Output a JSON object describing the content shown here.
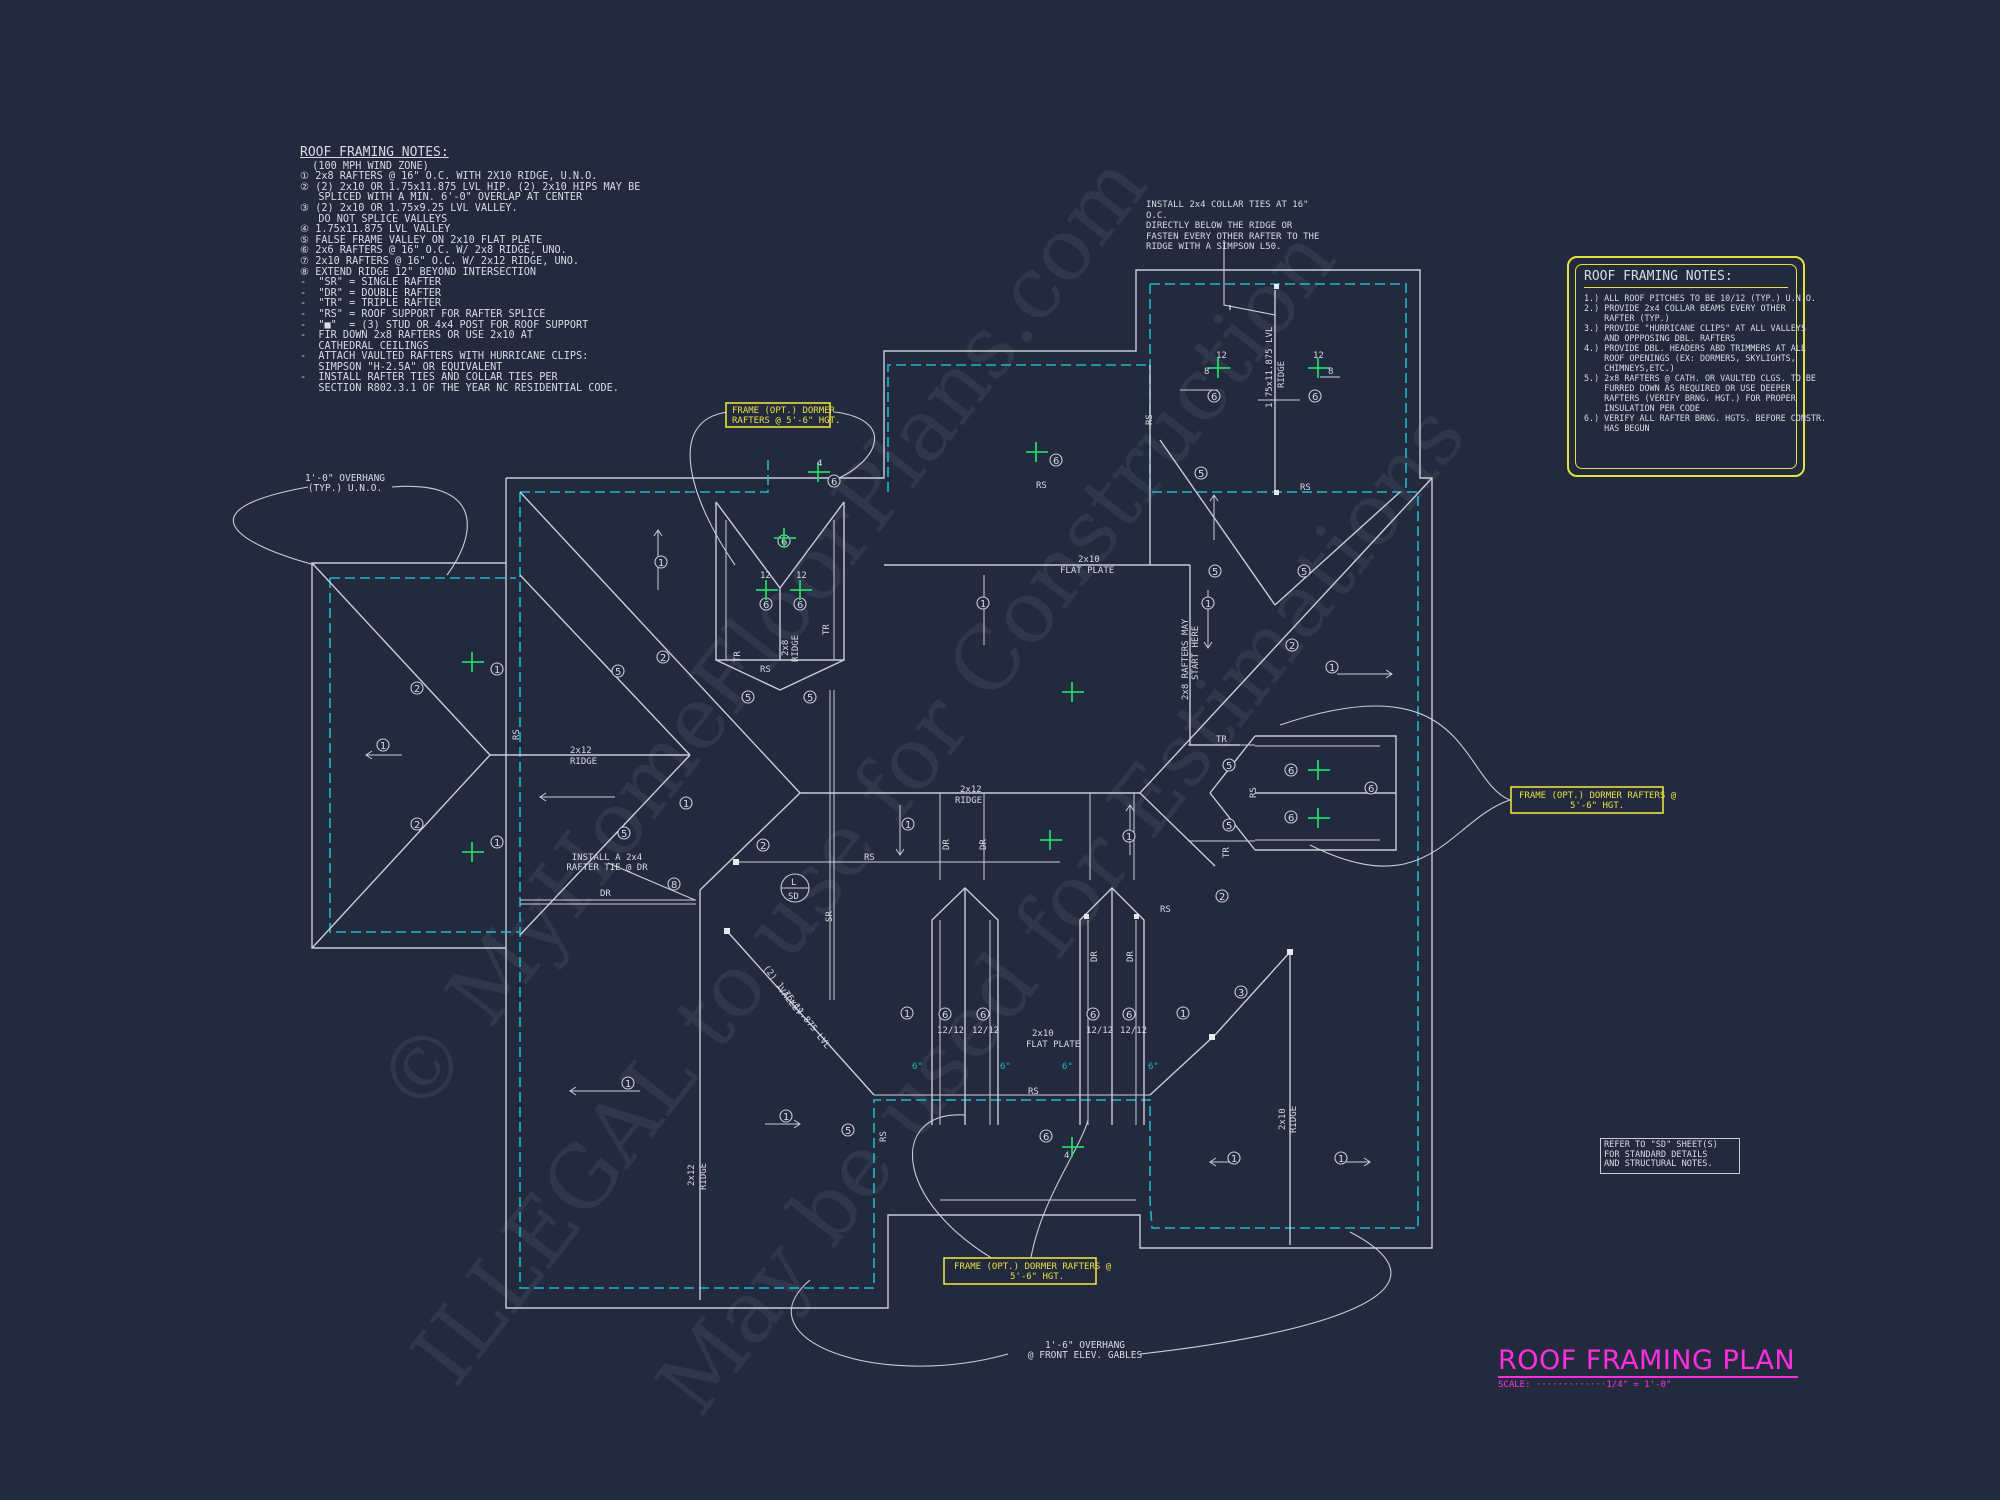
{
  "title": {
    "main": "ROOF FRAMING PLAN",
    "scale": "SCALE: ·············1/4\" = 1'-0\""
  },
  "notes_left": {
    "heading": "ROOF FRAMING NOTES:",
    "items": [
      "  (100 MPH WIND ZONE)",
      "① 2x8 RAFTERS @ 16\" O.C. WITH 2X10 RIDGE, U.N.O.",
      "② (2) 2x10 OR 1.75x11.875 LVL HIP. (2) 2x10 HIPS MAY BE",
      "   SPLICED WITH A MIN. 6'-0\" OVERLAP AT CENTER",
      "③ (2) 2x10 OR 1.75x9.25 LVL VALLEY.",
      "   DO NOT SPLICE VALLEYS",
      "④ 1.75x11.875 LVL VALLEY",
      "⑤ FALSE FRAME VALLEY ON 2x10 FLAT PLATE",
      "⑥ 2x6 RAFTERS @ 16\" O.C. W/ 2x8 RIDGE, UNO.",
      "⑦ 2x10 RAFTERS @ 16\" O.C. W/ 2x12 RIDGE, UNO.",
      "⑧ EXTEND RIDGE 12\" BEYOND INTERSECTION",
      "-  \"SR\" = SINGLE RAFTER",
      "-  \"DR\" = DOUBLE RAFTER",
      "-  \"TR\" = TRIPLE RAFTER",
      "-  \"RS\" = ROOF SUPPORT FOR RAFTER SPLICE",
      "-  \"■\"  = (3) STUD OR 4x4 POST FOR ROOF SUPPORT",
      "-  FIR DOWN 2x8 RAFTERS OR USE 2x10 AT",
      "   CATHEDRAL CEILINGS",
      "-  ATTACH VAULTED RAFTERS WITH HURRICANE CLIPS:",
      "   SIMPSON \"H-2.5A\" OR EQUIVALENT",
      "-  INSTALL RAFTER TIES AND COLLAR TIES PER",
      "   SECTION R802.3.1 OF THE YEAR NC RESIDENTIAL CODE."
    ]
  },
  "notes_right": {
    "heading": "ROOF FRAMING NOTES:",
    "items": [
      "1.) ALL ROOF PITCHES TO BE 10/12 (TYP.) U.N.O.",
      "2.) PROVIDE 2x4 COLLAR BEAMS EVERY OTHER",
      "    RAFTER (TYP.)",
      "3.) PROVIDE \"HURRICANE CLIPS\" AT ALL VALLEYS",
      "    AND OPPPOSING DBL. RAFTERS",
      "4.) PROVIDE DBL. HEADERS ABD TRIMMERS AT ALL",
      "    ROOF OPENINGS (EX: DORMERS, SKYLIGHTS,",
      "    CHIMNEYS,ETC.)",
      "5.) 2x8 RAFTERS @ CATH. OR VAULTED CLGS. TO BE",
      "    FURRED DOWN AS REQUIRED OR USE DEEPER",
      "    RAFTERS (VERIFY BRNG. HGT.) FOR PROPER",
      "    INSULATION PER CODE",
      "6.) VERIFY ALL RAFTER BRNG. HGTS. BEFORE CONSTR.",
      "    HAS BEGUN"
    ]
  },
  "collar_note": [
    "INSTALL 2x4 COLLAR TIES AT 16\" O.C.",
    "DIRECTLY BELOW THE RIDGE OR",
    "FASTEN EVERY OTHER RAFTER TO THE",
    "RIDGE WITH A SIMPSON L50."
  ],
  "overhang_left": [
    "1'-0\" OVERHANG",
    "(TYP.) U.N.O."
  ],
  "overhang_bottom": [
    "1'-6\" OVERHANG",
    "@ FRONT ELEV. GABLES"
  ],
  "rafter_tie_note": [
    "INSTALL A 2x4",
    "RAFTER TIE @ DR"
  ],
  "sd_note": [
    "REFER TO \"SD\" SHEET(S)",
    "FOR STANDARD DETAILS",
    "AND STRUCTURAL NOTES."
  ],
  "dormer_callouts": {
    "top": [
      "FRAME (OPT.) DORMER",
      "RAFTERS @ 5'-6\" HGT."
    ],
    "right": [
      "FRAME (OPT.) DORMER RAFTERS @",
      "5'-6\" HGT."
    ],
    "bottom": [
      "FRAME (OPT.) DORMER RAFTERS @",
      "5'-6\" HGT."
    ]
  },
  "plan_labels": {
    "ridge_2x12": "2x12",
    "ridge": "RIDGE",
    "flat_2x10": "2x10",
    "flat_plate": "FLAT PLATE",
    "rs": "RS",
    "dr": "DR",
    "tr": "TR",
    "sr": "SR",
    "ridge_2x8": "2x8",
    "lvl_ridge": "1.75x11.875 LVL",
    "lvl_valley": "(2) 1.75x11.875 LVL",
    "valley": "VALLEY",
    "may_start": "2x8 RAFTERS MAY",
    "start_here": "START HERE",
    "sd_top": "L",
    "sd_bot": "SD",
    "pitch_12": "12",
    "pitch_8": "8",
    "pitch_4": "4",
    "pitch_6": "6",
    "pitch_1212": "12/12",
    "pitch_6in": "6\""
  },
  "watermarks": [
    "© MyHomeFloorPlans.com",
    "ILLEGAL to use for Construction",
    "May be used for Estimations"
  ],
  "colors": {
    "background": "#232a3e",
    "linework": "#c9cdd8",
    "overhang_dash": "#1fb8c8",
    "pitch_marker": "#22d66a",
    "callout": "#e8e040",
    "title": "#ff2fe0"
  }
}
